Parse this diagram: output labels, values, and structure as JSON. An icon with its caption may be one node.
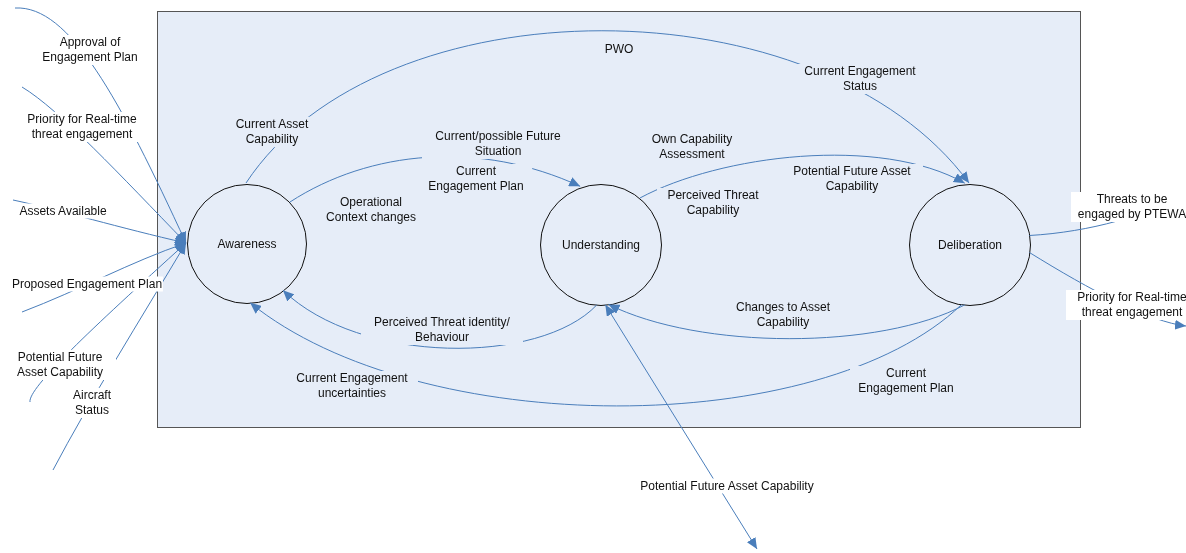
{
  "diagram": {
    "nodes": [
      {
        "text": [
          "PWO"
        ]
      },
      {
        "text": [
          "Awareness"
        ],
        "in": 0
      },
      {
        "text": [
          "Understanding"
        ],
        "in": 0
      },
      {
        "text": [
          "Deliberation"
        ],
        "in": 0
      }
    ],
    "edges": [
      {
        "from": 1,
        "to": 3,
        "arrow": "to",
        "label": "Current Engagement Status"
      },
      {
        "from": 1,
        "to": 2,
        "arrow": "to",
        "label": "Current/possible Future Situation"
      },
      {
        "from": 2,
        "to": 3,
        "arrow": "to",
        "label": "Potential Future Asset Capability"
      },
      {
        "from": 2,
        "to": 1,
        "arrow": "to",
        "label": "Perceived Threat identity/ Behaviour"
      },
      {
        "from": 3,
        "to": 2,
        "arrow": "to",
        "label": "Changes to Asset Capability"
      },
      {
        "from": 3,
        "to": 1,
        "arrow": "to",
        "label": "Current Engagement Plan"
      },
      {
        "from": 2,
        "to": null,
        "arrow": "both",
        "label": "Potential Future Asset Capability"
      },
      {
        "from": null,
        "to": 1,
        "arrow": "to",
        "label": "Approval of Engagement Plan"
      },
      {
        "from": null,
        "to": 1,
        "arrow": "to",
        "label": "Priority for Real-time threat engagement"
      },
      {
        "from": null,
        "to": 1,
        "arrow": "to",
        "label": "Assets Available"
      },
      {
        "from": null,
        "to": 1,
        "arrow": "to",
        "label": "Proposed Engagement Plan"
      },
      {
        "from": null,
        "to": 1,
        "arrow": "to",
        "label": "Potential Future Asset Capability"
      },
      {
        "from": null,
        "to": 1,
        "arrow": "to",
        "label": "Aircraft Status"
      },
      {
        "from": 3,
        "to": null,
        "arrow": "to",
        "label": "Threats to be engaged by PTEWA"
      },
      {
        "from": 3,
        "to": null,
        "arrow": "to",
        "label": "Priority for Real-time threat engagement"
      }
    ],
    "labels": [
      "Current Asset Capability",
      "Current Engagement Plan",
      "Operational Context changes",
      "Own Capability Assessment",
      "Perceived Threat Capability",
      "Current Engagement uncertainties"
    ]
  }
}
